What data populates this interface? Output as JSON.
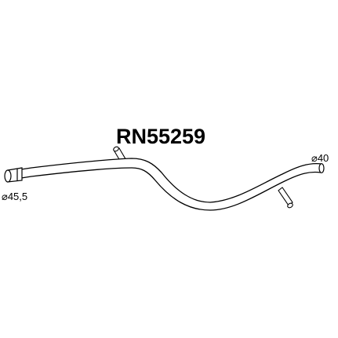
{
  "part_number": "RN55259",
  "dimensions": {
    "inlet_diameter": "⌀45,5",
    "outlet_diameter": "⌀40"
  },
  "colors": {
    "background": "#ffffff",
    "line": "#000000"
  }
}
